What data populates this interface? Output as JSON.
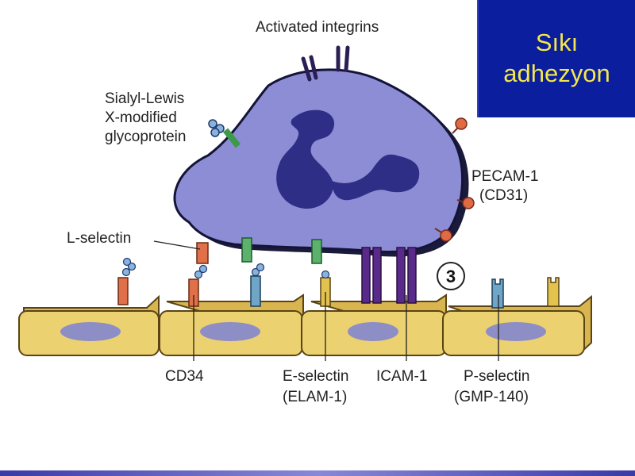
{
  "title": {
    "line1": "Sıkı",
    "line2": "adhezyon"
  },
  "labels": {
    "activated_integrins": "Activated integrins",
    "sialyl_lewis": [
      "Sialyl-Lewis",
      "X-modified",
      "glycoprotein"
    ],
    "pecam": [
      "PECAM-1",
      "(CD31)"
    ],
    "l_selectin": "L-selectin",
    "step": "3",
    "cd34": "CD34",
    "e_selectin": [
      "E-selectin",
      "(ELAM-1)"
    ],
    "icam": "ICAM-1",
    "p_selectin": [
      "P-selectin",
      "(GMP-140)"
    ]
  },
  "colors": {
    "title_bg": "#0a1e9e",
    "title_text": "#f5e84a",
    "leukocyte": "#8d8dd6",
    "nucleus": "#2e2e86",
    "endothelium": "#ecd170",
    "endothelial_nucleus": "#8e8ec6"
  }
}
